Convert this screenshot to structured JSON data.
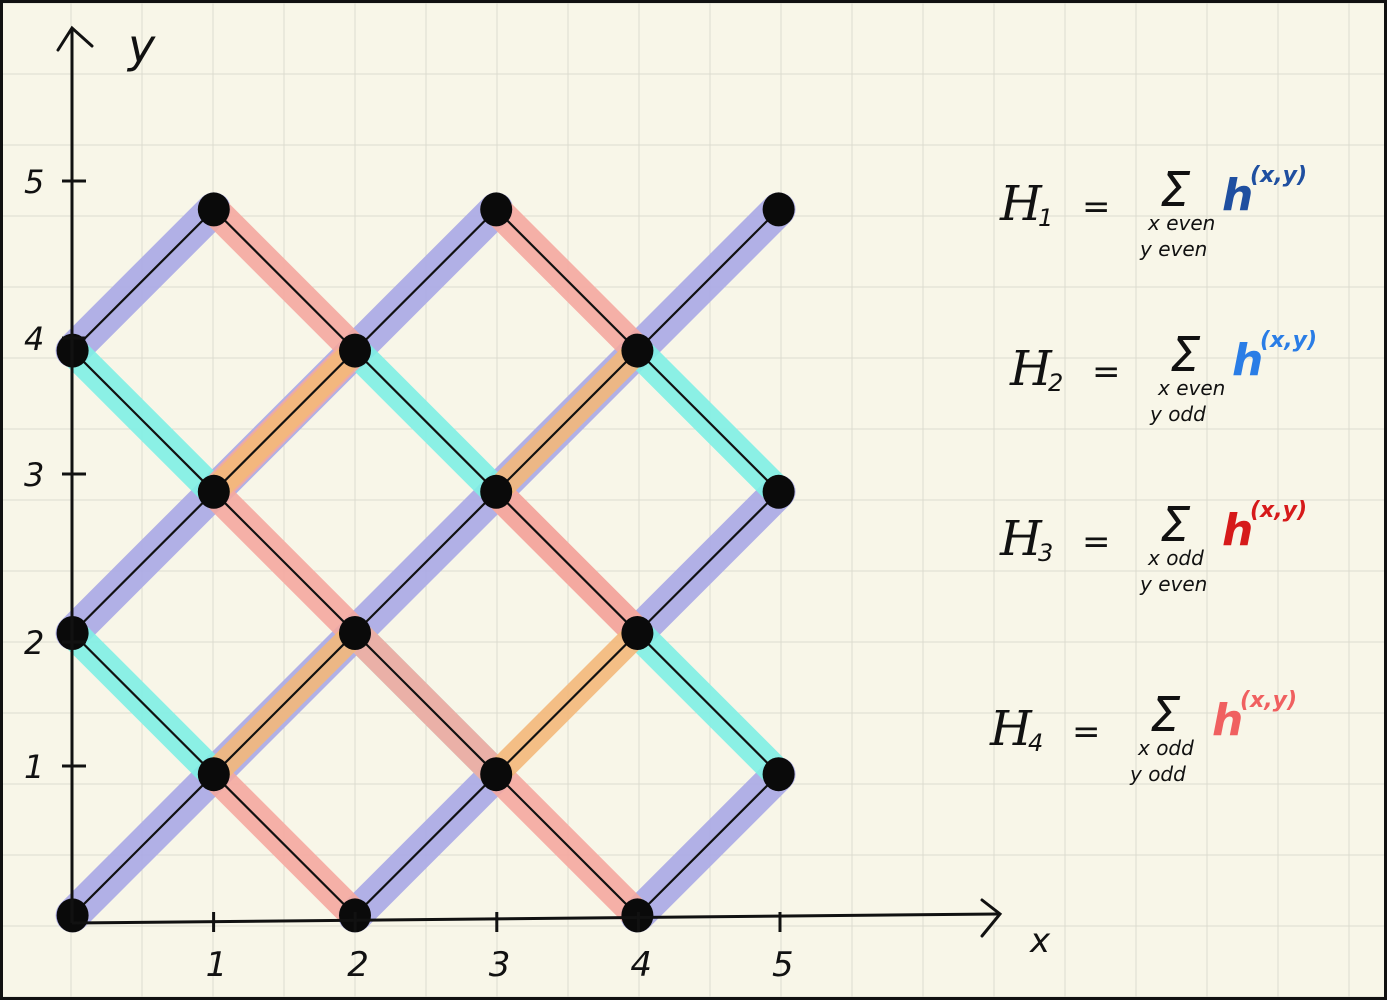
{
  "axes": {
    "x_label": "x",
    "y_label": "y",
    "x_ticks": [
      "1",
      "2",
      "3",
      "4",
      "5"
    ],
    "y_ticks": [
      "1",
      "2",
      "3",
      "4",
      "5"
    ]
  },
  "colors": {
    "h1": "#a8a8e6",
    "h2": "#7ef0e4",
    "h3": "#f4a9a0",
    "h4": "#f3b87a",
    "h1_label": "#1f4fa0",
    "h2_label": "#2a7de6",
    "h3_label": "#d61a1a",
    "h4_label": "#f06060",
    "background": "#f8f6e8",
    "grid": "#dcdccf"
  },
  "lattice": {
    "nodes": [
      [
        0.5,
        0.5
      ],
      [
        2.5,
        0.5
      ],
      [
        4.5,
        0.5
      ],
      [
        1.5,
        1.5
      ],
      [
        3.5,
        1.5
      ],
      [
        5.5,
        1.5
      ],
      [
        0.5,
        2.5
      ],
      [
        2.5,
        2.5
      ],
      [
        4.5,
        2.5
      ],
      [
        1.5,
        3.5
      ],
      [
        3.5,
        3.5
      ],
      [
        5.5,
        3.5
      ],
      [
        0.5,
        4.5
      ],
      [
        2.5,
        4.5
      ],
      [
        4.5,
        4.5
      ],
      [
        1.5,
        5.5
      ],
      [
        3.5,
        5.5
      ],
      [
        5.5,
        5.5
      ]
    ],
    "purple_bonds": [
      [
        [
          0.5,
          0.5
        ],
        [
          1.5,
          1.5
        ]
      ],
      [
        [
          1.5,
          1.5
        ],
        [
          2.5,
          2.5
        ]
      ],
      [
        [
          2.5,
          2.5
        ],
        [
          3.5,
          3.5
        ]
      ],
      [
        [
          3.5,
          3.5
        ],
        [
          4.5,
          4.5
        ]
      ],
      [
        [
          4.5,
          4.5
        ],
        [
          5.5,
          5.5
        ]
      ],
      [
        [
          2.5,
          0.5
        ],
        [
          3.5,
          1.5
        ]
      ],
      [
        [
          4.5,
          0.5
        ],
        [
          5.5,
          1.5
        ]
      ],
      [
        [
          0.5,
          2.5
        ],
        [
          1.5,
          3.5
        ]
      ],
      [
        [
          1.5,
          3.5
        ],
        [
          2.5,
          4.5
        ]
      ],
      [
        [
          2.5,
          4.5
        ],
        [
          3.5,
          5.5
        ]
      ],
      [
        [
          0.5,
          4.5
        ],
        [
          1.5,
          5.5
        ]
      ],
      [
        [
          4.5,
          2.5
        ],
        [
          5.5,
          3.5
        ]
      ]
    ],
    "orange_bonds": [
      [
        [
          1.5,
          1.5
        ],
        [
          2.5,
          2.5
        ]
      ],
      [
        [
          3.5,
          1.5
        ],
        [
          4.5,
          2.5
        ]
      ],
      [
        [
          1.5,
          3.5
        ],
        [
          2.5,
          4.5
        ]
      ],
      [
        [
          3.5,
          3.5
        ],
        [
          4.5,
          4.5
        ]
      ]
    ],
    "red_bonds": [
      [
        [
          1.5,
          1.5
        ],
        [
          2.5,
          0.5
        ]
      ],
      [
        [
          3.5,
          1.5
        ],
        [
          4.5,
          0.5
        ]
      ],
      [
        [
          1.5,
          3.5
        ],
        [
          2.5,
          2.5
        ]
      ],
      [
        [
          2.5,
          2.5
        ],
        [
          3.5,
          1.5
        ]
      ],
      [
        [
          3.5,
          3.5
        ],
        [
          4.5,
          2.5
        ]
      ],
      [
        [
          1.5,
          5.5
        ],
        [
          2.5,
          4.5
        ]
      ],
      [
        [
          2.5,
          4.5
        ],
        [
          1.5,
          3.5
        ]
      ],
      [
        [
          3.5,
          5.5
        ],
        [
          4.5,
          4.5
        ]
      ],
      [
        [
          4.5,
          2.5
        ],
        [
          3.5,
          3.5
        ]
      ]
    ],
    "cyan_bonds": [
      [
        [
          0.5,
          2.5
        ],
        [
          1.5,
          1.5
        ]
      ],
      [
        [
          2.5,
          2.5
        ],
        [
          3.5,
          1.5
        ]
      ],
      [
        [
          4.5,
          2.5
        ],
        [
          5.5,
          1.5
        ]
      ],
      [
        [
          0.5,
          4.5
        ],
        [
          1.5,
          3.5
        ]
      ],
      [
        [
          2.5,
          4.5
        ],
        [
          3.5,
          3.5
        ]
      ],
      [
        [
          4.5,
          4.5
        ],
        [
          5.5,
          3.5
        ]
      ]
    ]
  },
  "equations": [
    {
      "symbol": "H",
      "index": "1",
      "eq": "=",
      "sum": "Σ",
      "sub1": "x even",
      "sub2": "y even",
      "term": "h",
      "sup": "(x,y)",
      "color_key": "h1_label"
    },
    {
      "symbol": "H",
      "index": "2",
      "eq": "=",
      "sum": "Σ",
      "sub1": "x even",
      "sub2": "y odd",
      "term": "h",
      "sup": "(x,y)",
      "color_key": "h2_label"
    },
    {
      "symbol": "H",
      "index": "3",
      "eq": "=",
      "sum": "Σ",
      "sub1": "x odd",
      "sub2": "y even",
      "term": "h",
      "sup": "(x,y)",
      "color_key": "h3_label"
    },
    {
      "symbol": "H",
      "index": "4",
      "eq": "=",
      "sum": "Σ",
      "sub1": "x odd",
      "sub2": "y odd",
      "term": "h",
      "sup": "(x,y)",
      "color_key": "h4_label"
    }
  ]
}
